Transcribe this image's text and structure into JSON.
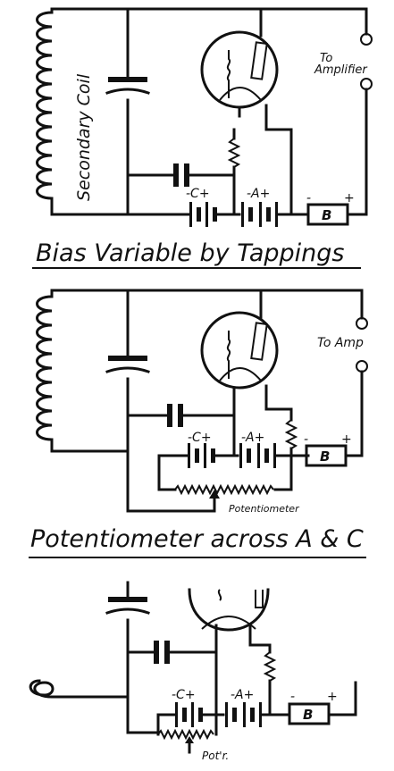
{
  "diagram1": {
    "secondary_coil": "Secondary Coil",
    "to_amplifier_1": "To",
    "to_amplifier_2": "Amplifier",
    "battery_c": "-C+",
    "battery_a": "-A+",
    "battery_b": "B",
    "b_minus": "-",
    "b_plus": "+",
    "caption": "Bias Variable by Tappings"
  },
  "diagram2": {
    "to_amp": "To Amp",
    "battery_c": "-C+",
    "battery_a": "-A+",
    "battery_b": "B",
    "b_minus": "-",
    "b_plus": "+",
    "potentiometer": "Potentiometer",
    "caption": "Potentiometer across A & C"
  },
  "diagram3": {
    "battery_c": "-C+",
    "battery_a": "-A+",
    "battery_b": "B",
    "b_minus": "-",
    "b_plus": "+",
    "pot": "Pot'r."
  }
}
